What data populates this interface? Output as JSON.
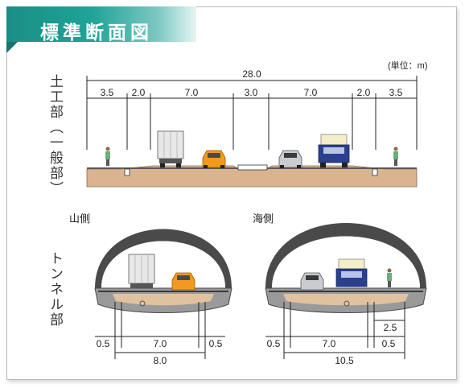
{
  "title": "標準断面図",
  "unit_label": "(単位：m)",
  "earthwork": {
    "label": "土工部（一般部）",
    "total_width": "28.0",
    "segments": [
      "3.5",
      "2.0",
      "7.0",
      "3.0",
      "7.0",
      "2.0",
      "3.5"
    ]
  },
  "tunnel": {
    "label": "トンネル部",
    "mountain": {
      "label": "山側",
      "dims": {
        "left_margin": "0.5",
        "carriageway": "7.0",
        "right_margin": "0.5",
        "total": "8.0"
      }
    },
    "sea": {
      "label": "海側",
      "dims": {
        "left_margin": "0.5",
        "carriageway": "7.0",
        "right_margin": "0.5",
        "walkway": "2.5",
        "total": "10.5"
      }
    }
  },
  "colors": {
    "banner": "#1fa398",
    "ground": "#d9b48f",
    "tunnel_lining": "#4a4a4a",
    "road": "#8c8c8c",
    "truck_blue": "#2b3f8f",
    "car_orange": "#f29a1f"
  }
}
